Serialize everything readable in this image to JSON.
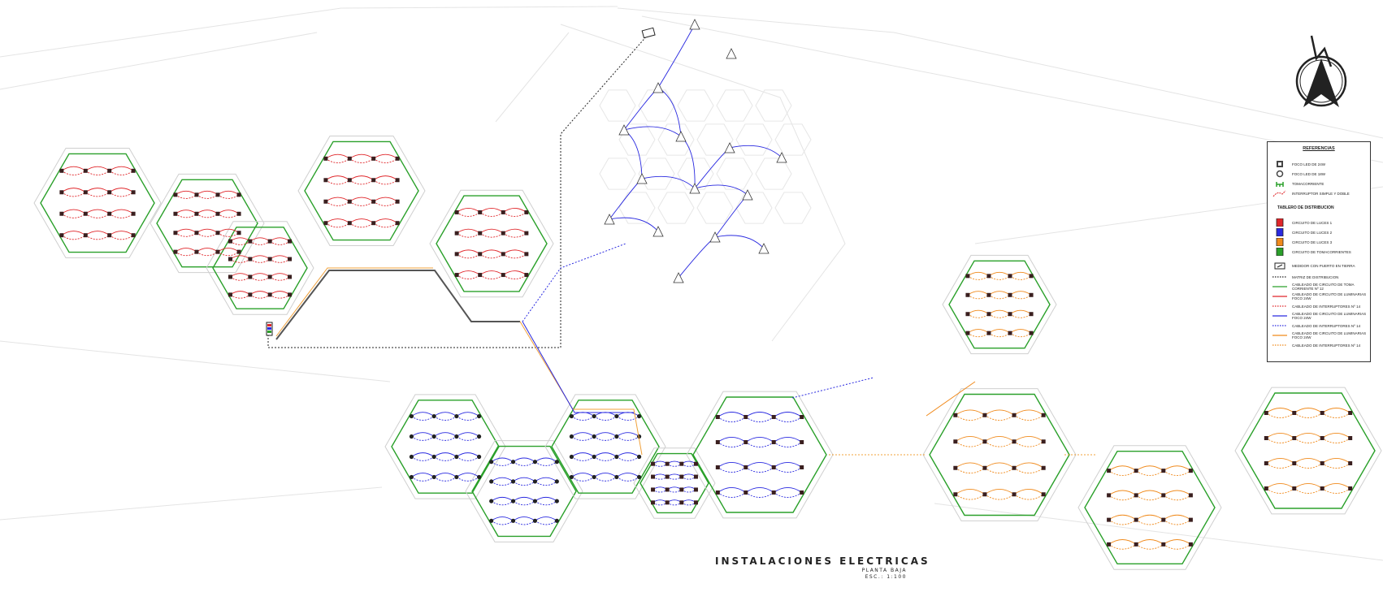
{
  "title_block": {
    "title": "INSTALACIONES ELECTRICAS",
    "subtitle": "PLANTA BAJA",
    "scale": "ESC.: 1:100"
  },
  "legend": {
    "title": "REFERENCIAS",
    "items": [
      {
        "label": "FOCO LED DE 24W",
        "icon": "led-24w-icon"
      },
      {
        "label": "FOCO LED DE 18W",
        "icon": "led-18w-icon"
      },
      {
        "label": "TOMACORRIENTE",
        "icon": "outlet-icon"
      },
      {
        "label": "INTERRUPTOR SIMPLE Y DOBLE",
        "icon": "switch-icon"
      }
    ],
    "panel_heading": "TABLERO DE DISTRIBUCION",
    "circuits": [
      {
        "label": "CIRCUITO DE LUCES 1",
        "color": "#e0262a"
      },
      {
        "label": "CIRCUITO DE LUCES 2",
        "color": "#2a2ae0"
      },
      {
        "label": "CIRCUITO DE LUCES 3",
        "color": "#f08a1c"
      },
      {
        "label": "CIRCUITO DE TOMACORRIENTES",
        "color": "#2aa02a"
      }
    ],
    "meter": "MEDIDOR CON PUERTO EN TIERRA",
    "wiring": [
      {
        "label": "MATRIZ DE DISTRIBUCION",
        "color": "#222222",
        "style": "dotted"
      },
      {
        "label": "CABLEADO DE CIRCUITO DE TOMA CORRIENTE Nº 12",
        "color": "#2aa02a",
        "style": "solid"
      },
      {
        "label": "CABLEADO DE CIRCUITO DE LUMINARIAS FOCO 24W",
        "color": "#e0262a",
        "style": "solid"
      },
      {
        "label": "CABLEADO DE INTERRUPTORES Nº 14",
        "color": "#e0262a",
        "style": "dotted"
      },
      {
        "label": "CABLEADO DE CIRCUITO DE LUMINARIAS FOCO 24W",
        "color": "#2a2ae0",
        "style": "solid"
      },
      {
        "label": "CABLEADO DE INTERRUPTORES Nº 14",
        "color": "#2a2ae0",
        "style": "dotted"
      },
      {
        "label": "CABLEADO DE CIRCUITO DE LUMINARIAS FOCO 24W",
        "color": "#f08a1c",
        "style": "solid"
      },
      {
        "label": "CABLEADO DE INTERRUPTORES Nº 14",
        "color": "#f08a1c",
        "style": "dotted"
      }
    ]
  },
  "colors": {
    "outline": "#cfcfcf",
    "wall": "#9a9a9a",
    "circuit1": "#e0262a",
    "circuit2": "#2a2ae0",
    "circuit3": "#f08a1c",
    "outlets": "#2aa02a",
    "matrix": "#222222"
  }
}
